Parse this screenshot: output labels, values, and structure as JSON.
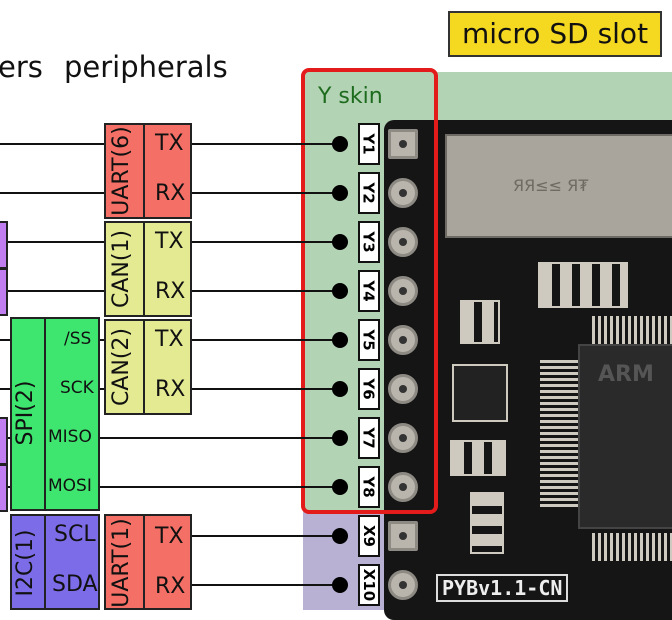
{
  "headings": {
    "left": "ers",
    "peripherals": "peripherals",
    "sd_slot": "micro SD slot",
    "skin": "Y skin"
  },
  "uart6": {
    "label": "UART(6)",
    "tx": "TX",
    "rx": "RX"
  },
  "can1": {
    "label": "CAN(1)",
    "tx": "TX",
    "rx": "RX"
  },
  "can2": {
    "label": "CAN(2)",
    "tx": "TX",
    "rx": "RX"
  },
  "spi2": {
    "label": "SPI(2)",
    "ss": "/SS",
    "sck": "SCK",
    "miso": "MISO",
    "mosi": "MOSI"
  },
  "i2c1": {
    "label": "I2C(1)",
    "scl": "SCL",
    "sda": "SDA"
  },
  "uart1": {
    "label": "UART(1)",
    "tx": "TX",
    "rx": "RX"
  },
  "pins": [
    "Y1",
    "Y2",
    "Y3",
    "Y4",
    "Y5",
    "Y6",
    "Y7",
    "Y8",
    "X9",
    "X10"
  ],
  "board": {
    "label": "PYBv1.1-CN",
    "chip": "ARM",
    "card": "ЯЯ≤≤ Я₮"
  },
  "colors": {
    "uart": "#f47066",
    "can": "#e3ea91",
    "spi": "#3ee66f",
    "i2c": "#7d6ce8",
    "y_skin": "#b3d3b5",
    "x_skin": "#b9b1d4",
    "highlight": "#e41b1b",
    "sd": "#f5d820"
  }
}
